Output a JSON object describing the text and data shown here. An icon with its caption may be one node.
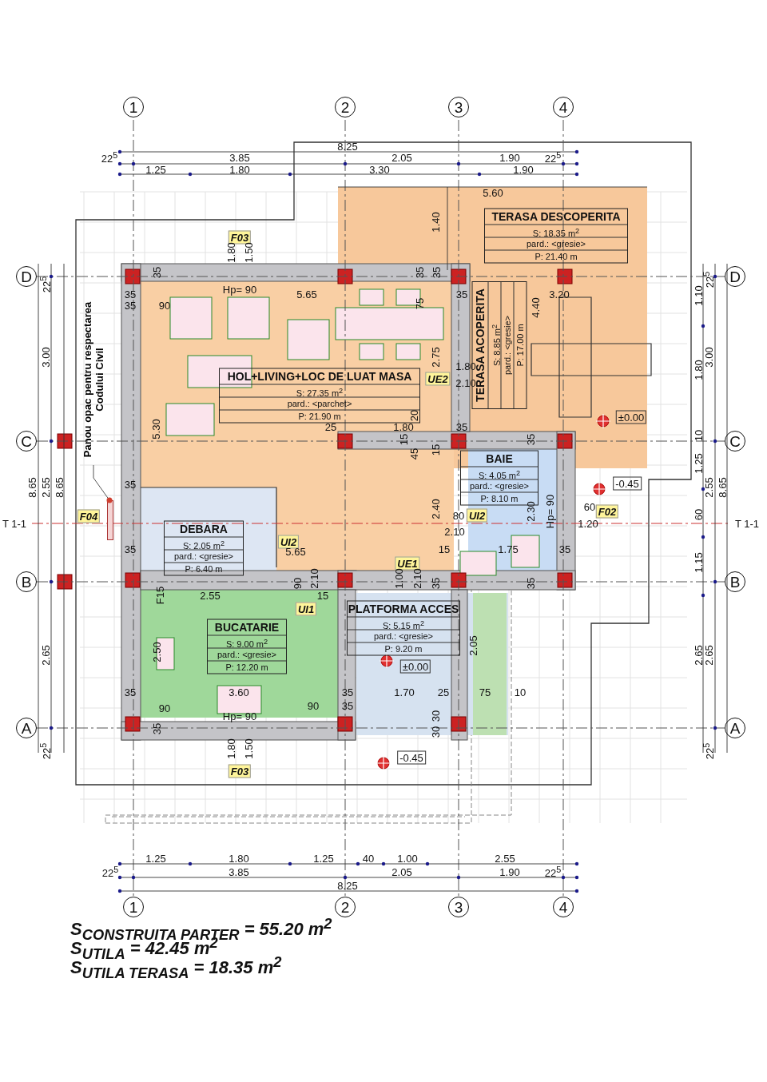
{
  "diagram": {
    "nodes": [
      {
        "text": [
          "TERASA DESCOPERITA",
          "S: 18.35 m$^{2}$",
          "pard.: <gresie>",
          "P: 21.40 m"
        ]
      },
      {
        "text": [
          "HOL+LIVING+LOC DE LUAT MASA",
          "S: 27.35 m$^{2}$",
          "pard.: <parchet>",
          "P: 21.90 m"
        ]
      },
      {
        "text": [
          "TERASA ACOPERITA",
          "S: 8.85 m$^{2}$",
          "pard.: <gresie>",
          "P: 17.00 m"
        ]
      },
      {
        "text": [
          "BAIE",
          "S: 4.05 m$^{2}$",
          "pard.: <gresie>",
          "P: 8.10 m"
        ]
      },
      {
        "text": [
          "DEBARA",
          "S: 2.05 m$^{2}$",
          "pard.: <gresie>",
          "P: 6.40 m"
        ]
      },
      {
        "text": [
          "BUCATARIE",
          "S: 9.00 m$^{2}$",
          "pard.: <gresie>",
          "P: 12.20 m"
        ]
      },
      {
        "text": [
          "PLATFORMA ACCES",
          "S: 5.15 m$^{2}$",
          "pard.: <gresie>",
          "P: 9.20 m"
        ]
      },
      {
        "text": [
          "Panou opac pentru respectarea Codului Civil"
        ]
      },
      {
        "text": [],
        "shape": "bar"
      }
    ],
    "edges": [
      {
        "from": 7,
        "to": 8,
        "arrow": "other"
      }
    ],
    "labels": [
      "1",
      "2",
      "3",
      "4",
      "8.25",
      "22$^{5}$",
      "3.85",
      "2.05",
      "1.90",
      "22$^{5}$",
      "1.25",
      "1.80",
      "3.30",
      "1.90",
      "5.60",
      "1.40",
      "F03",
      "1.80",
      "1.50",
      "D",
      "22$^{5}$",
      "35",
      "35",
      "35",
      "22$^{5}$",
      "D",
      "35",
      "Hp= 90",
      "5.65",
      "35",
      "3.20",
      "1.10",
      "35",
      "90",
      "75",
      "4.40",
      "3.00",
      "2.75",
      "3.00",
      "1.80",
      "1.80",
      "UE2",
      "2.10",
      "20",
      "±0.00",
      "5.30",
      "25",
      "1.80",
      "35",
      "C",
      "15",
      "35",
      "10",
      "C",
      "45",
      "15",
      "1.25",
      "35",
      "-0.45",
      "8.65",
      "2.55",
      "8.65",
      "F04",
      "2.40",
      "80",
      "UI2",
      "2.30",
      "Hp= 90",
      "60",
      "F02",
      "60",
      "2.55",
      "8.65",
      "T 1-1",
      "1.20",
      "T 1-1",
      "2.10",
      "UI2",
      "35",
      "5.65",
      "15",
      "1.75",
      "35",
      "UE1",
      "1.15",
      "B",
      "90",
      "2.10",
      "1.00",
      "2.10",
      "35",
      "35",
      "B",
      "F15",
      "2.55",
      "15",
      "UI1",
      "2.65",
      "2.50",
      "±0.00",
      "2.05",
      "2.65",
      "2.65",
      "35",
      "3.60",
      "35",
      "1.70",
      "25",
      "75",
      "10",
      "90",
      "90",
      "35",
      "Hp= 90",
      "30",
      "A",
      "35",
      "30",
      "A",
      "22$^{5}$",
      "1.80",
      "1.50",
      "-0.45",
      "22$^{5}$",
      "F03",
      "1.25",
      "1.80",
      "1.25",
      "40",
      "1.00",
      "2.55",
      "22$^{5}$",
      "3.85",
      "2.05",
      "1.90",
      "22$^{5}$",
      "8.25",
      "1",
      "2",
      "3",
      "4",
      "S$_{CONSTRUITA PARTER}$ = 55.20 m$^{2}$",
      "S$_{UTILA}$ = 42.45 m$^{2}$",
      "S$_{UTILA TERASA}$ = 18.35 m$^{2}$"
    ]
  }
}
